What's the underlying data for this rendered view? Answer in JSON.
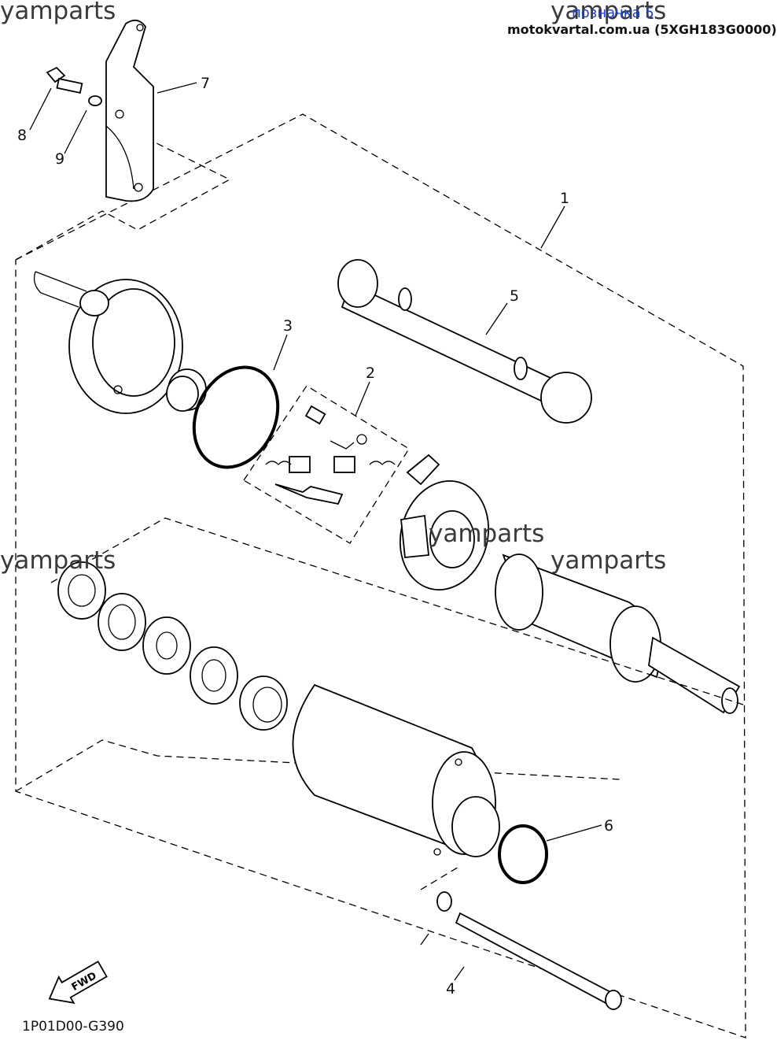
{
  "watermarks": [
    "yamparts",
    "yamparts",
    "yamparts",
    "yamparts",
    "yamparts"
  ],
  "site_line": "motokvartal.com.ua (5XGH183G0000)",
  "reference_link": "позначка 5",
  "diagram_code": "1P01D00-G390",
  "fwd_label": "FWD",
  "callouts": {
    "c1": "1",
    "c2": "2",
    "c3": "3",
    "c4": "4",
    "c5": "5",
    "c6": "6",
    "c7": "7",
    "c8": "8",
    "c9": "9"
  },
  "icons": {
    "fwd": "fwd-arrow-icon"
  }
}
